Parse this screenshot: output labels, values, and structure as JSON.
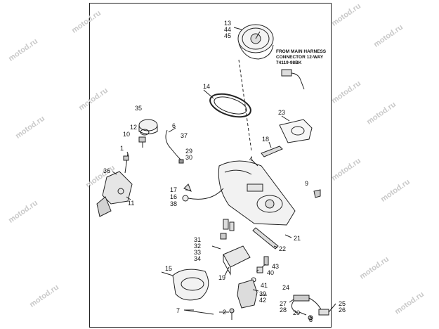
{
  "diagram": {
    "note": {
      "line1": "FROM MAIN HARNESS",
      "line2": "CONNECTOR 12-WAY",
      "line3": "74119-98BK"
    },
    "watermark": "motod.ru",
    "callouts": {
      "gauge": [
        "13",
        "44",
        "45"
      ],
      "ring": "14",
      "plate": "23",
      "bracket": "18",
      "nine": "9",
      "four": "4",
      "thirtyfive": "35",
      "twelve": "12",
      "ten": "10",
      "six": "6",
      "thirtyseven": "37",
      "one": "1",
      "twentynine": "29",
      "thirty": "30",
      "thirtysix": "36",
      "eleven": "11",
      "socket": [
        "17",
        "16",
        "38"
      ],
      "twentyone": "21",
      "twentytwo": "22",
      "switchgroup": [
        "31",
        "32",
        "33",
        "34"
      ],
      "fifteen": "15",
      "nineteen": "19",
      "fortythree": "43",
      "forty": "40",
      "fortyone": "41",
      "thirtynine": "39",
      "fortytwo": "42",
      "twentyfour": "24",
      "seven": "7",
      "two": "2",
      "twentyseven": "27",
      "twentyeight": "28",
      "twenty": "20",
      "eight": "8",
      "twentyfive": "25",
      "twentysix": "26"
    }
  }
}
